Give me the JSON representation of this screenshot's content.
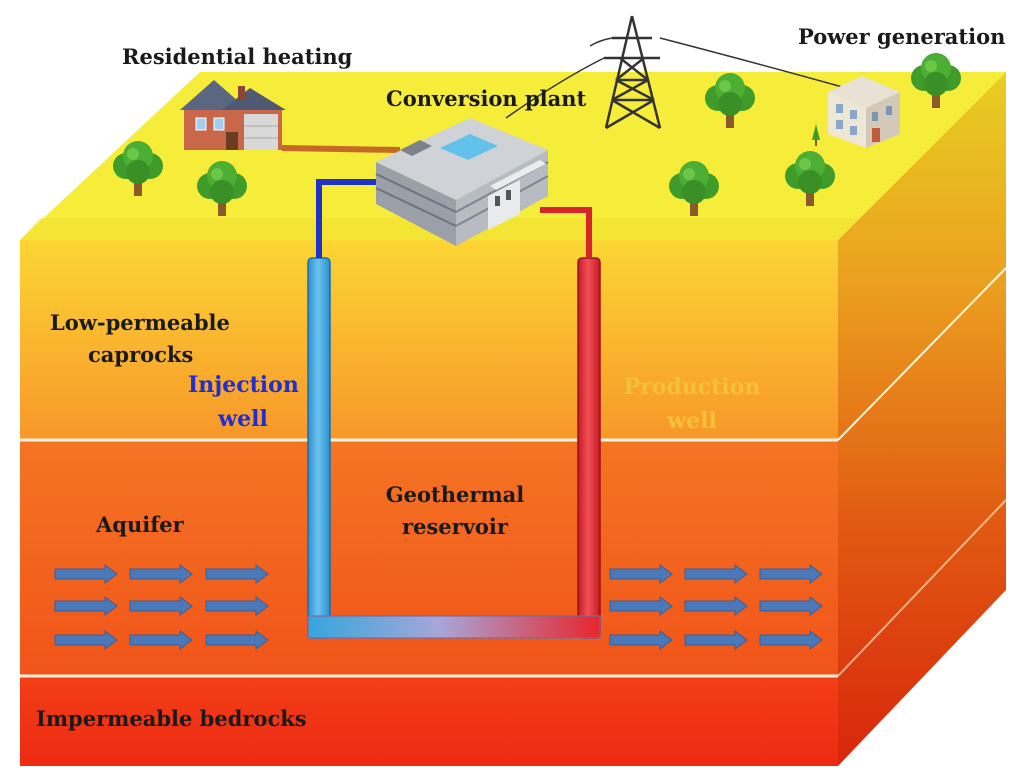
{
  "labels": {
    "residential_heating": "Residential heating",
    "conversion_plant": "Conversion plant",
    "power_generation": "Power generation",
    "caprocks_line1": "Low-permeable",
    "caprocks_line2": "caprocks",
    "injection_line1": "Injection",
    "injection_line2": "well",
    "production_line1": "Production",
    "production_line2": "well",
    "reservoir_line1": "Geothermal",
    "reservoir_line2": "reservoir",
    "aquifer": "Aquifer",
    "bedrocks": "Impermeable bedrocks"
  },
  "colors": {
    "surface": "#f7ef3a",
    "caprock_top": "#fbd234",
    "aquifer": "#f26a1e",
    "bedrock": "#f23414",
    "injection_pipe": "#35a6dd",
    "production_pipe": "#e8252c",
    "injection_text": "#1f2fd0",
    "production_text": "#f4c23a",
    "flow_arrow": "#4a78b8"
  },
  "icons": [
    "house-icon",
    "conversion-plant-icon",
    "transmission-tower-icon",
    "power-station-icon",
    "tree-icon",
    "flow-arrow-icon"
  ]
}
